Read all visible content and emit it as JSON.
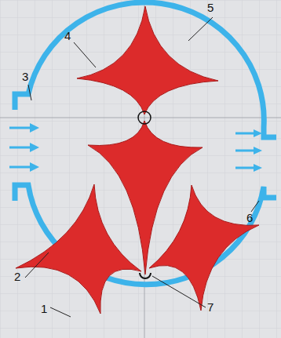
{
  "diagram": {
    "labels": [
      "5",
      "4",
      "3",
      "6",
      "2",
      "1",
      "7"
    ]
  }
}
